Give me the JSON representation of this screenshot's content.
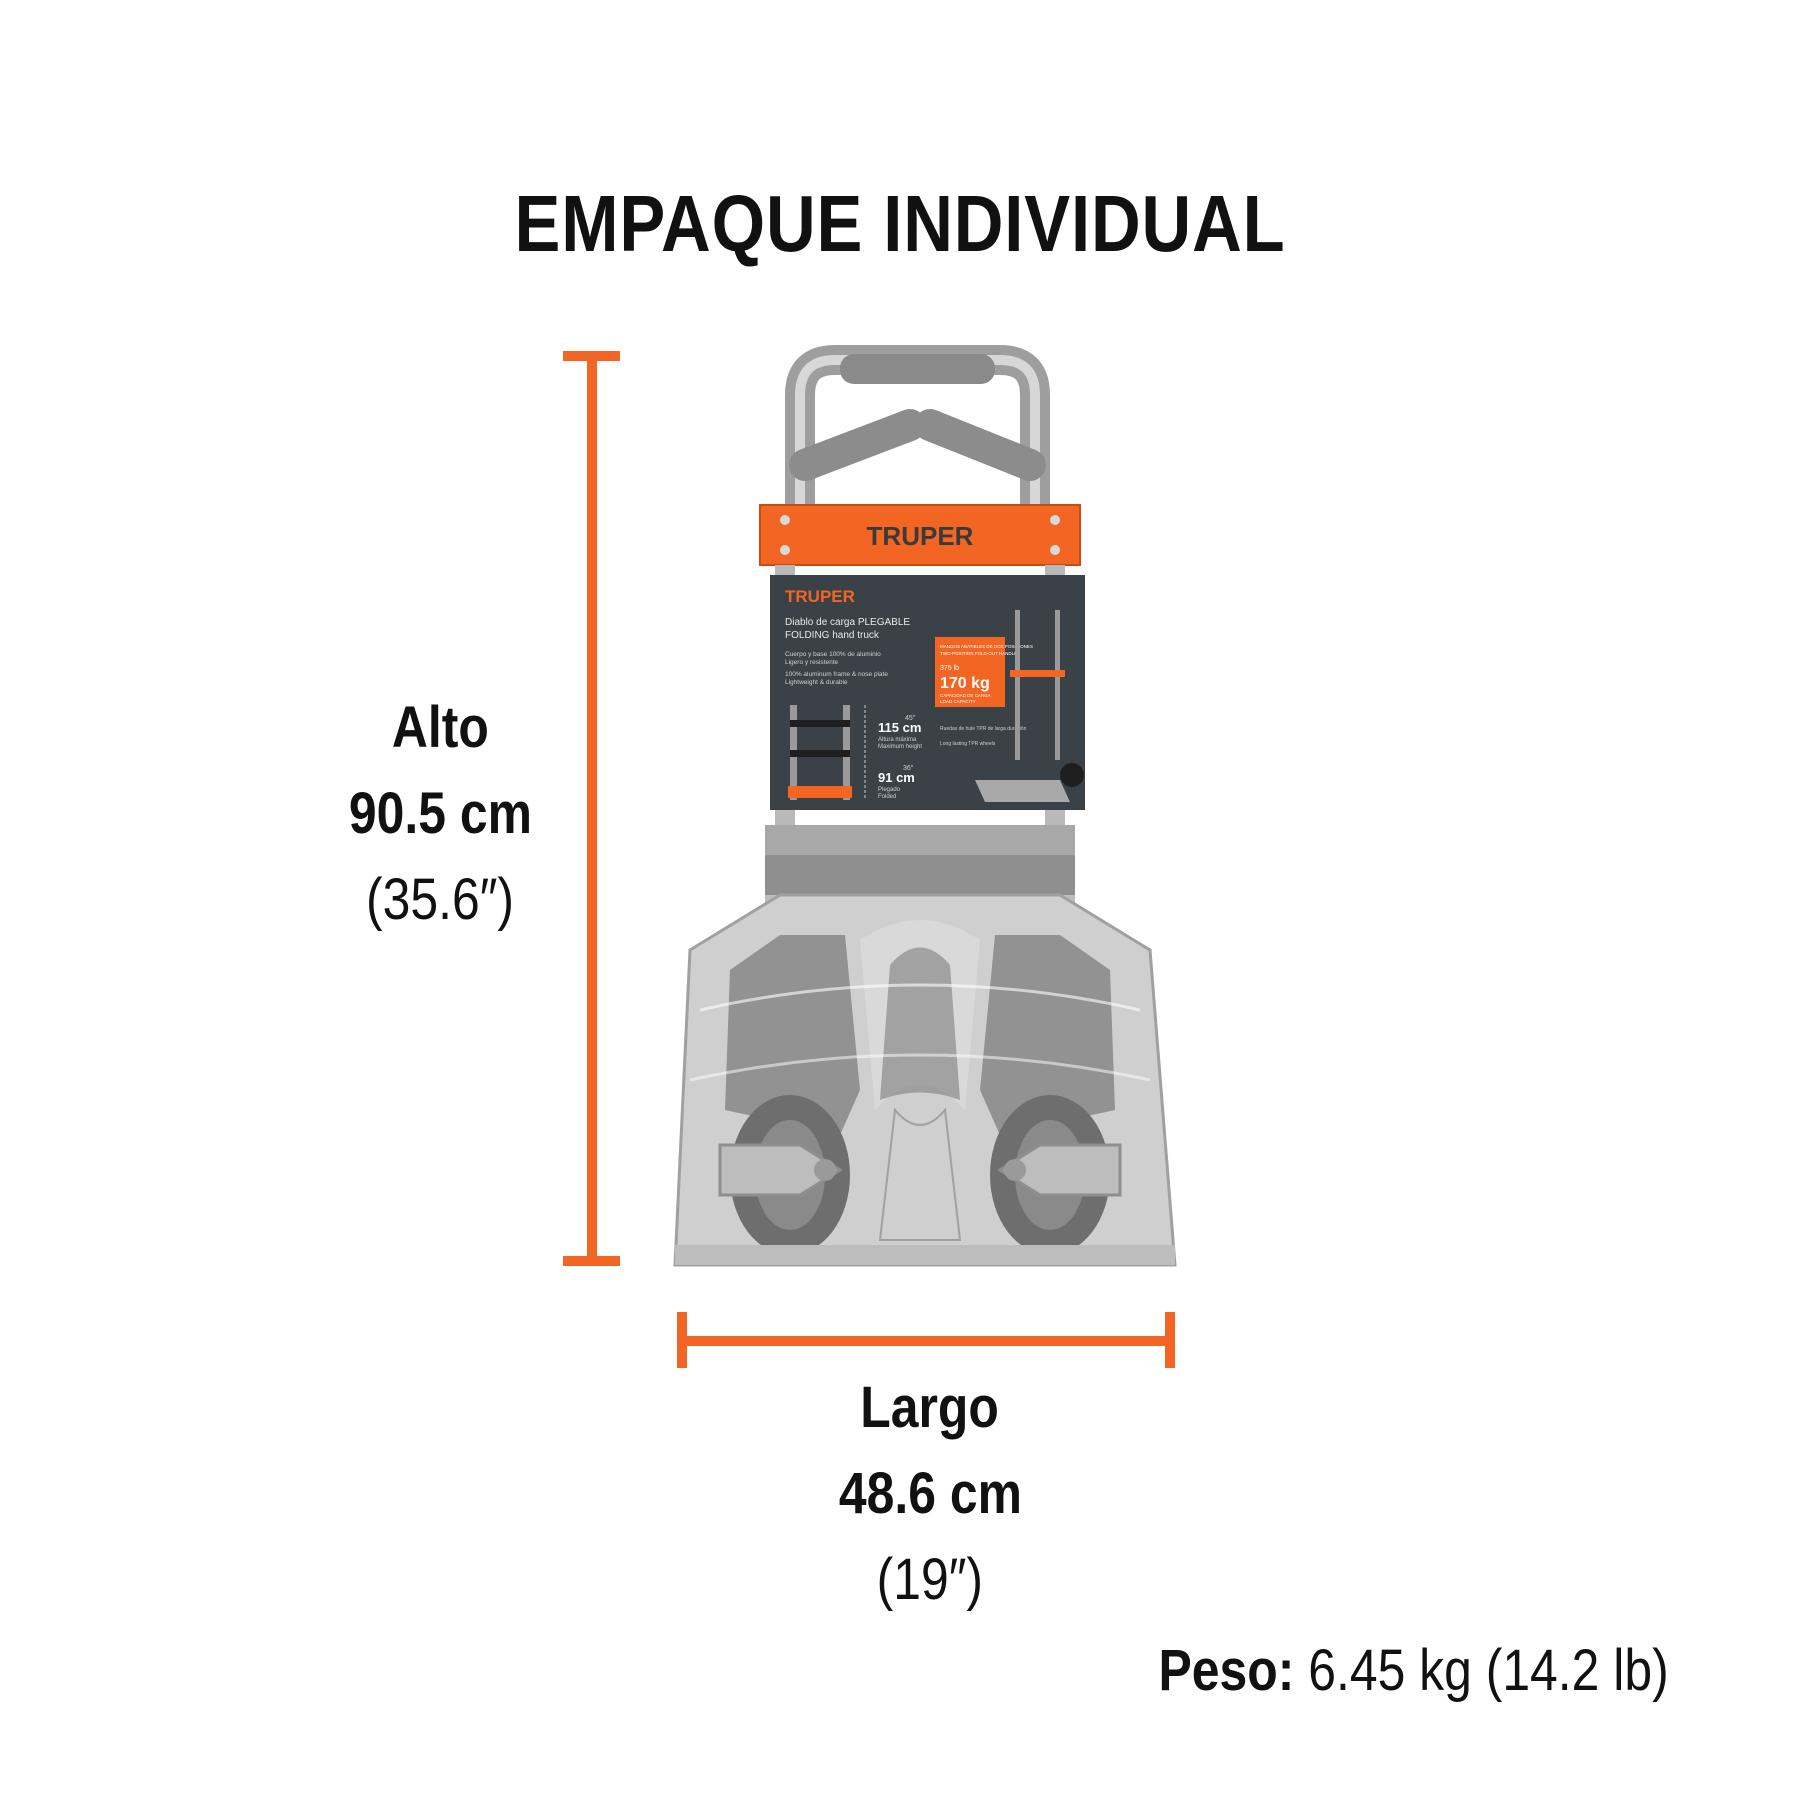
{
  "title": "EMPAQUE INDIVIDUAL",
  "height_dim": {
    "label": "Alto",
    "value": "90.5 cm",
    "imperial": "(35.6″)"
  },
  "length_dim": {
    "label": "Largo",
    "value": "48.6 cm",
    "imperial": "(19″)"
  },
  "weight": {
    "label": "Peso:",
    "value": "6.45 kg (14.2 lb)"
  },
  "product": {
    "brand": "TRUPER",
    "name_es": "Diablo de carga PLEGABLE",
    "name_en": "FOLDING hand truck",
    "features": [
      "Cuerpo y base 100% de aluminio",
      "Ligero y resistente",
      "100% aluminum frame & nose plate",
      "Lightweight & durable"
    ],
    "max_height": "115 cm",
    "max_height_in": "45″",
    "max_height_label_es": "Altura máxima",
    "max_height_label_en": "Maximum height",
    "folded_height": "91 cm",
    "folded_height_in": "36″",
    "folded_label_es": "Plegado",
    "folded_label_en": "Folded",
    "capacity": "170 kg",
    "capacity_lb": "375 lb",
    "capacity_label_es": "CAPACIDAD DE CARGA",
    "capacity_label_en": "LOAD CAPACITY",
    "handles_note": "MANGOS ABATIBLES DE DOS POSICIONES",
    "handles_note_en": "TWO-POSITION FOLD-OUT HANDLES",
    "wheels_note_es": "Ruedas de hule TPR de larga duración",
    "wheels_note_en": "Long lasting TPR wheels"
  },
  "colors": {
    "accent": "#F26522",
    "label_dark": "#3B4247",
    "metal": "#BDBDBD"
  }
}
